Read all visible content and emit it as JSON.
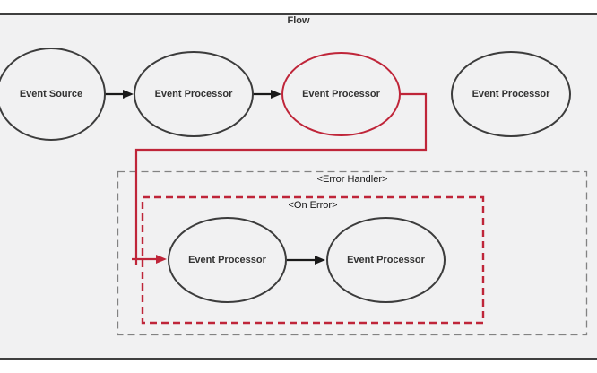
{
  "diagram": {
    "type": "flow-diagram",
    "scopes": {
      "flow": {
        "label": "Flow"
      },
      "error_handler": {
        "label": "<Error Handler>"
      },
      "on_error": {
        "label": "<On Error>"
      }
    },
    "nodes": {
      "source": {
        "label": "Event Source",
        "shape": "ellipse",
        "stroke": "dark"
      },
      "p1": {
        "label": "Event Processor",
        "shape": "ellipse",
        "stroke": "dark"
      },
      "p2": {
        "label": "Event Processor",
        "shape": "ellipse",
        "stroke": "red"
      },
      "p3": {
        "label": "Event Processor",
        "shape": "ellipse",
        "stroke": "dark"
      },
      "ep1": {
        "label": "Event Processor",
        "shape": "ellipse",
        "stroke": "dark"
      },
      "ep2": {
        "label": "Event Processor",
        "shape": "ellipse",
        "stroke": "dark"
      }
    },
    "connectors": {
      "source_to_p1": {
        "color": "black",
        "from": "source",
        "to": "p1"
      },
      "p1_to_p2": {
        "color": "black",
        "from": "p1",
        "to": "p2"
      },
      "p2_to_ep1": {
        "color": "red",
        "from": "p2",
        "to": "ep1"
      },
      "ep1_to_ep2": {
        "color": "black",
        "from": "ep1",
        "to": "ep2"
      }
    },
    "colors": {
      "accent_red": "#bf2539",
      "node_stroke": "#3c3c3c",
      "container_border": "#3f3f3f",
      "container_fill": "#f1f1f2",
      "dashed_gray": "#828282",
      "arrow_black": "#1a1a1a",
      "label_text": "#333333"
    }
  }
}
